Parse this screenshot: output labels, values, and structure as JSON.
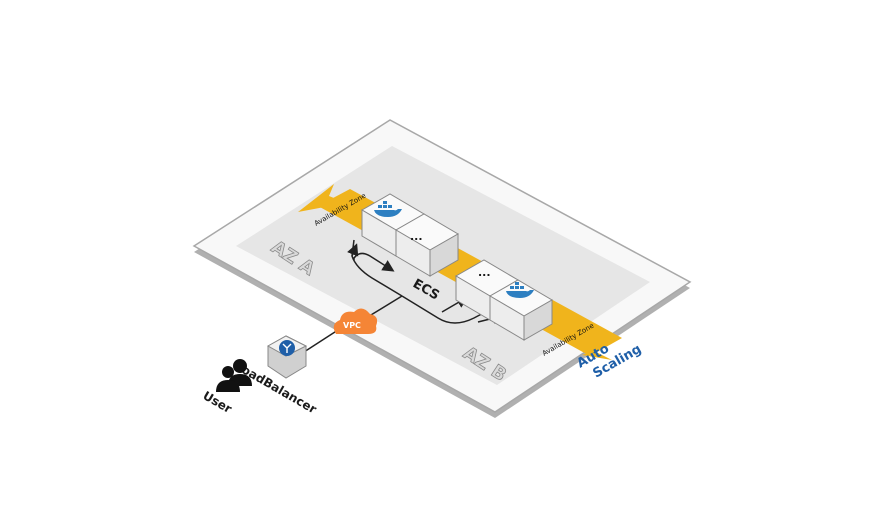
{
  "diagram": {
    "zone_a_label": "AZ A",
    "zone_b_label": "AZ B",
    "availability_zone_label": "Availability Zone",
    "ecs_label": "ECS",
    "vpc_label": "VPC",
    "container_ellipsis": "...",
    "auto_scaling_line1": "Auto",
    "auto_scaling_line2": "Scaling",
    "load_balancer_label": "LoadBalancer",
    "user_label": "User",
    "colors": {
      "band": "#f0b41c",
      "platform_inner": "#e6e6e6",
      "vpc": "#f58536",
      "auto_scaling": "#1f5fa8",
      "docker": "#2d7fc1"
    }
  }
}
